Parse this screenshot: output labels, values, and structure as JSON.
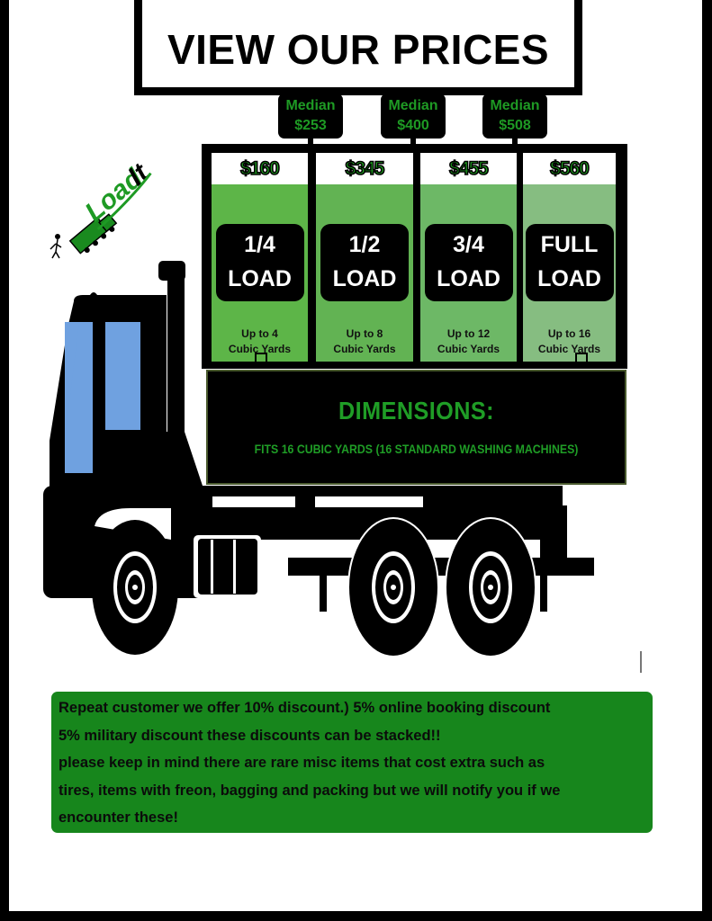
{
  "header": {
    "title": "VIEW OUR PRICES"
  },
  "brand": {
    "logo_text_load": "Load",
    "logo_text_it": "It",
    "logo_icon": "dump-truck-with-movers-icon"
  },
  "medians": [
    {
      "label": "Median",
      "value": "$253"
    },
    {
      "label": "Median",
      "value": "$400"
    },
    {
      "label": "Median",
      "value": "$508"
    }
  ],
  "loads": [
    {
      "price": "$160",
      "fraction": "1/4",
      "word": "LOAD",
      "capacity_line1": "Up to 4",
      "capacity_line2": "Cubic Yards"
    },
    {
      "price": "$345",
      "fraction": "1/2",
      "word": "LOAD",
      "capacity_line1": "Up to 8",
      "capacity_line2": "Cubic Yards"
    },
    {
      "price": "$455",
      "fraction": "3/4",
      "word": "LOAD",
      "capacity_line1": "Up to 12",
      "capacity_line2": "Cubic Yards"
    },
    {
      "price": "$560",
      "fraction": "FULL",
      "word": "LOAD",
      "capacity_line1": "Up to 16",
      "capacity_line2": "Cubic Yards"
    }
  ],
  "dimensions": {
    "heading": "DIMENSIONS:",
    "detail": "FITS 16 CUBIC YARDS (16 STANDARD WASHING MACHINES)"
  },
  "discount_note": {
    "line1": "Repeat customer we offer 10% discount.) 5% online booking discount",
    "line2": "5% military discount these discounts can be stacked!!",
    "line3": "please keep in mind there are rare misc items that cost extra such as",
    "line4": "tires, items with freon, bagging and packing but we will notify you if we",
    "line5": "encounter these!"
  },
  "colors": {
    "brand_green": "#1e9a24",
    "note_green": "#17861c",
    "compartment_greens": [
      "#5db548",
      "#62b353",
      "#6db866",
      "#86bd81"
    ],
    "window_blue": "#6fa1e0",
    "frame_black": "#000000"
  }
}
